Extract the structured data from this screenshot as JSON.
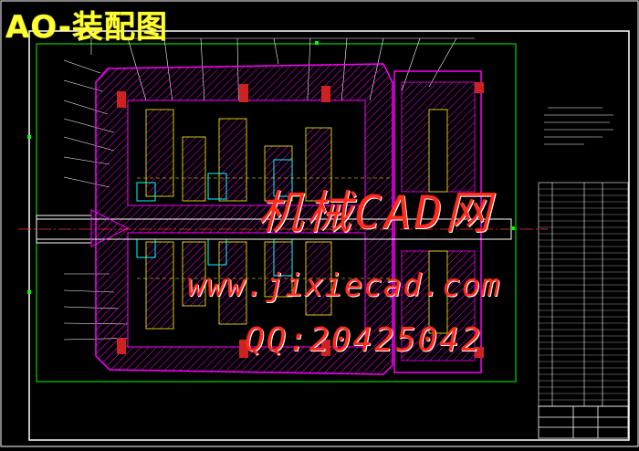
{
  "drawing": {
    "title": "AO-装配图",
    "colors": {
      "background": "#000000",
      "frame": "#ffffff",
      "outline": "#00ff00",
      "section": "#ff00ff",
      "center_line": "#ff3333",
      "title_text": "#ffff33",
      "watermark": "#ff2a1a"
    }
  },
  "watermark": {
    "line1": "机械CAD网",
    "line2": "www.jixiecad.com",
    "line3": "QQ:20425042"
  }
}
